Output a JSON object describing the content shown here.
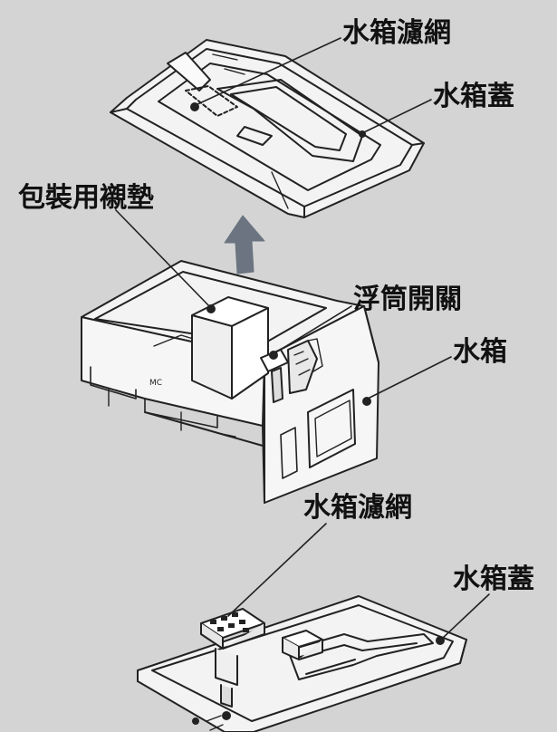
{
  "labels": {
    "filter_top": "水箱濾網",
    "lid_top": "水箱蓋",
    "packing": "包裝用襯墊",
    "float_switch": "浮筒開關",
    "tank": "水箱",
    "filter_bottom": "水箱濾網",
    "lid_bottom": "水箱蓋"
  },
  "colors": {
    "background": "#d4d4d4",
    "line": "#222222",
    "fill": "#f3f3f3",
    "arrow": "#6b7480"
  }
}
